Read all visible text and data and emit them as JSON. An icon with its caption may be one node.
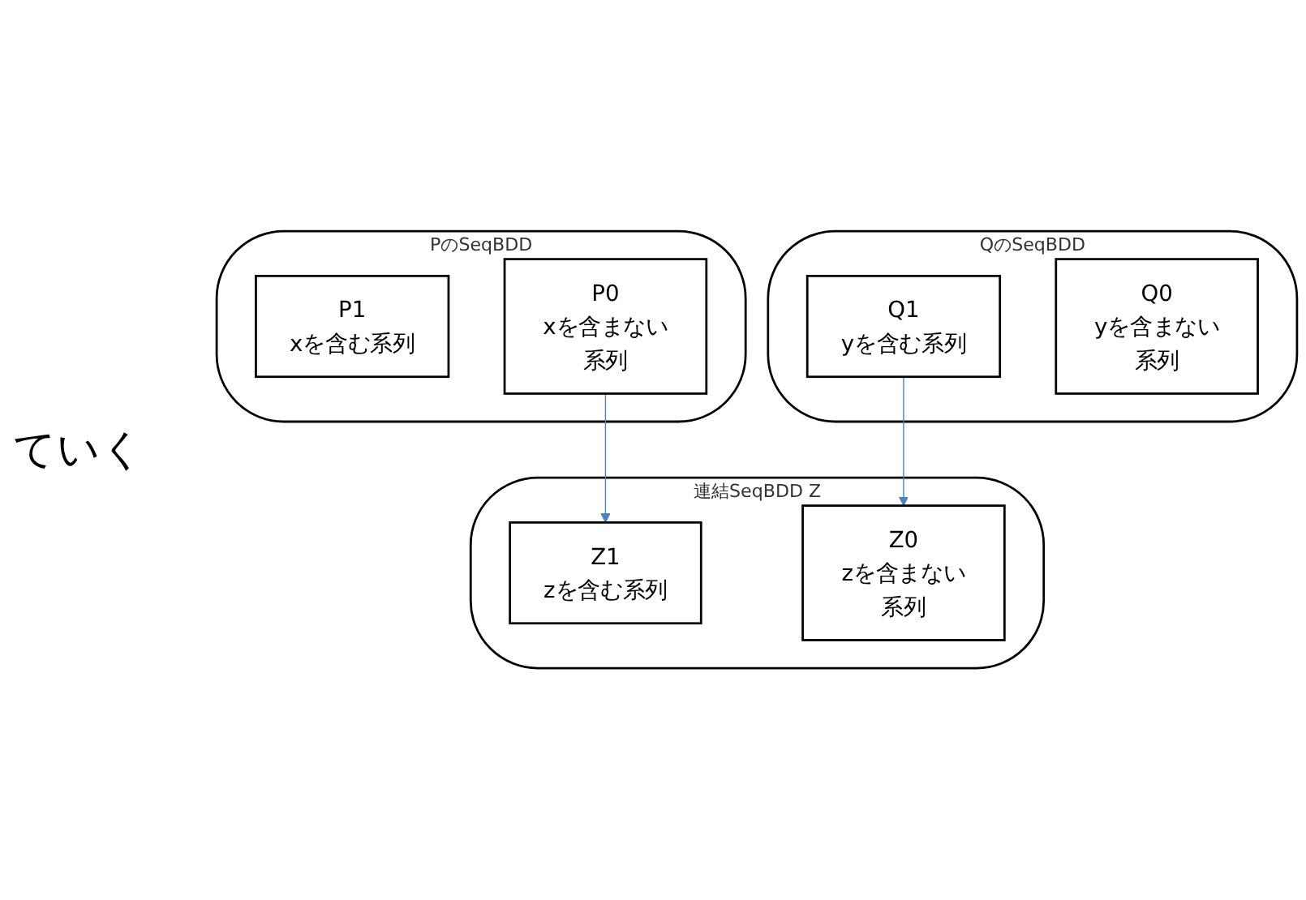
{
  "diagram": {
    "nodes": [
      {
        "text": [
          "PのSeqBDD"
        ]
      },
      {
        "text": [
          "P1",
          "xを含む系列"
        ],
        "in": 0
      },
      {
        "text": [
          "P0",
          "xを含まない系列"
        ],
        "in": 0
      },
      {
        "text": [
          "QのSeqBDD"
        ]
      },
      {
        "text": [
          "Q1",
          "yを含む系列"
        ],
        "in": 3
      },
      {
        "text": [
          "Q0",
          "yを含まない系列"
        ],
        "in": 3
      },
      {
        "text": [
          "連結SeqBDD Z"
        ]
      },
      {
        "text": [
          "Z1",
          "zを含む系列"
        ],
        "in": 6
      },
      {
        "text": [
          "Z0",
          "zを含まない系列"
        ],
        "in": 6
      }
    ],
    "edges": [
      {
        "from": 2,
        "to": 7,
        "arrow": "to",
        "color": "#4f81bd"
      },
      {
        "from": 4,
        "to": 8,
        "arrow": "to",
        "color": "#4f81bd"
      }
    ],
    "labels": [
      "ていく"
    ]
  }
}
